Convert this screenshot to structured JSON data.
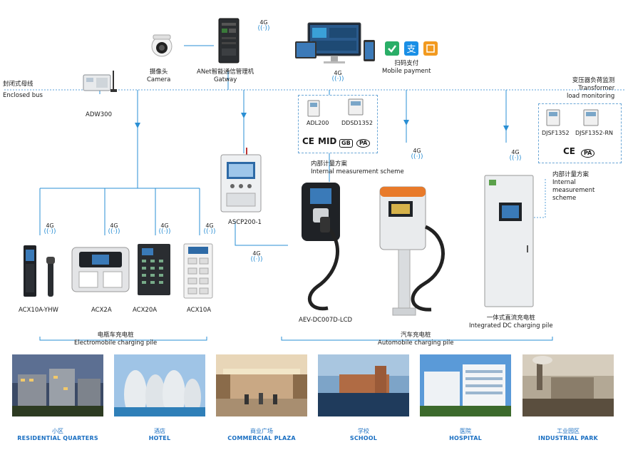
{
  "enclosed_bus": {
    "zh": "封闭式母线",
    "en": "Enclosed bus"
  },
  "adw300": "ADW300",
  "camera": {
    "zh": "摄像头",
    "en": "Camera"
  },
  "gateway": {
    "zh": "ANet智能通信管理机",
    "en": "Gatway"
  },
  "mobile_payment": {
    "zh": "扫码支付",
    "en": "Mobile payment"
  },
  "transformer": {
    "zh": "变压器负荷监测",
    "en1": "Transformer",
    "en2": "load monitoring"
  },
  "signal": "4G",
  "meter_box_left": {
    "meters": [
      "ADL200",
      "DDSD1352"
    ],
    "certs": [
      "CE",
      "MID",
      "GB",
      "PA"
    ]
  },
  "meter_box_right": {
    "meters": [
      "DJSF1352",
      "DJSF1352-RN"
    ],
    "certs": [
      "CE",
      "PA"
    ]
  },
  "internal_left": {
    "zh": "内部计量方案",
    "en": "Internal measurement scheme"
  },
  "internal_right": {
    "zh": "内部计量方案",
    "en1": "Internal",
    "en2_prefix": "measurement",
    "en3": "scheme"
  },
  "ascp": "ASCP200-1",
  "electro_devices": [
    "ACX10A-YHW",
    "ACX2A",
    "ACX20A",
    "ACX10A"
  ],
  "electromobile_pile": {
    "zh": "电瓶车充电桩",
    "en": "Electromobile charging pile"
  },
  "aev": "AEV-DC007D-LCD",
  "automobile_pile": {
    "zh": "汽车充电桩",
    "en": "Automobile charging pile"
  },
  "integrated_dc": {
    "zh": "一体式直流充电桩",
    "en": "Integrated DC charging pile"
  },
  "scenes": [
    {
      "zh": "小区",
      "en": "RESIDENTIAL QUARTERS"
    },
    {
      "zh": "酒店",
      "en": "HOTEL"
    },
    {
      "zh": "商业广场",
      "en": "COMMERCIAL PLAZA"
    },
    {
      "zh": "学校",
      "en": "SCHOOL"
    },
    {
      "zh": "医院",
      "en": "HOSPITAL"
    },
    {
      "zh": "工业园区",
      "en": "INDUSTRIAL PARK"
    }
  ],
  "colors": {
    "wire": "#2a8fd4",
    "bus": "#5aa0d8",
    "title_blue": "#1a6fc2"
  }
}
